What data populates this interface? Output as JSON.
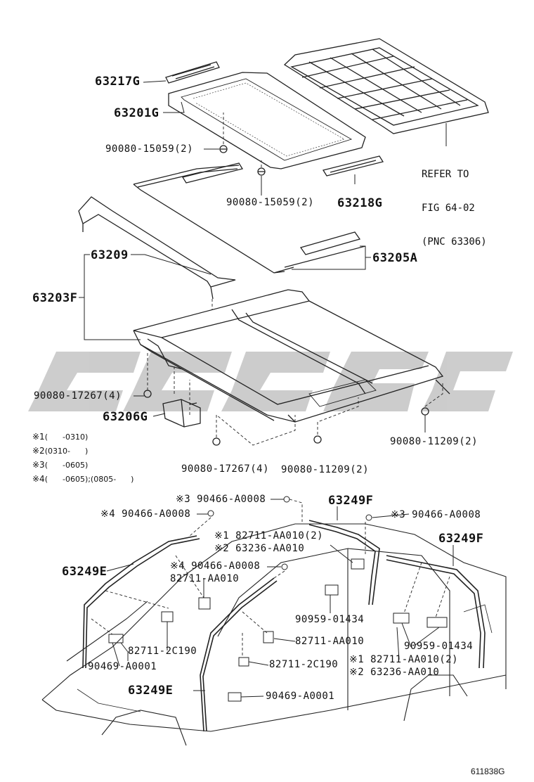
{
  "upper": {
    "labels": {
      "p63217g": "63217G",
      "p63201g": "63201G",
      "p90080_15059_a": "90080-15059(2)",
      "p90080_15059_b": "90080-15059(2)",
      "p63218g": "63218G",
      "p63205a": "63205A",
      "p63209": "63209",
      "p63203f": "63203F",
      "p90080_17267_a": "90080-17267(4)",
      "p63206g": "63206G",
      "p90080_17267_b": "90080-17267(4)",
      "p90080_11209_a": "90080-11209(2)",
      "p90080_11209_b": "90080-11209(2)"
    },
    "refer": [
      "REFER TO",
      "FIG 64-02",
      "(PNC 63306)"
    ]
  },
  "notes": [
    {
      "mark": "※1",
      "text": "(      -0310)"
    },
    {
      "mark": "※2",
      "text": "(0310-      )"
    },
    {
      "mark": "※3",
      "text": "(      -0605)"
    },
    {
      "mark": "※4",
      "text": "(      -0605);(0805-      )"
    }
  ],
  "lower": {
    "labels": {
      "a3_90466": "※3 90466-A0008",
      "a4_90466_top": "※4 90466-A0008",
      "p63249f_top": "63249F",
      "a3_90466_right": "※3 90466-A0008",
      "a1_82711_top": "※1 82711-AA010(2)",
      "a2_63236_top": "※2 63236-AA010",
      "p63249f_right": "63249F",
      "p63249e_left": "63249E",
      "a4_90466_mid": "※4 90466-A0008",
      "p82711_mid": "82711-AA010",
      "p90959_left": "90959-01434",
      "p82711_2c190_left": "82711-2C190",
      "p82711_aa010_mid2": "82711-AA010",
      "p90469_left": "90469-A0001",
      "p90959_right": "90959-01434",
      "p82711_2c190_mid": "82711-2C190",
      "a1_82711_bottom": "※1 82711-AA010(2)",
      "a2_63236_bottom": "※2 63236-AA010",
      "p63249e_bottom": "63249E",
      "p90469_bottom": "90469-A0001"
    }
  },
  "figure_id": "611838G"
}
